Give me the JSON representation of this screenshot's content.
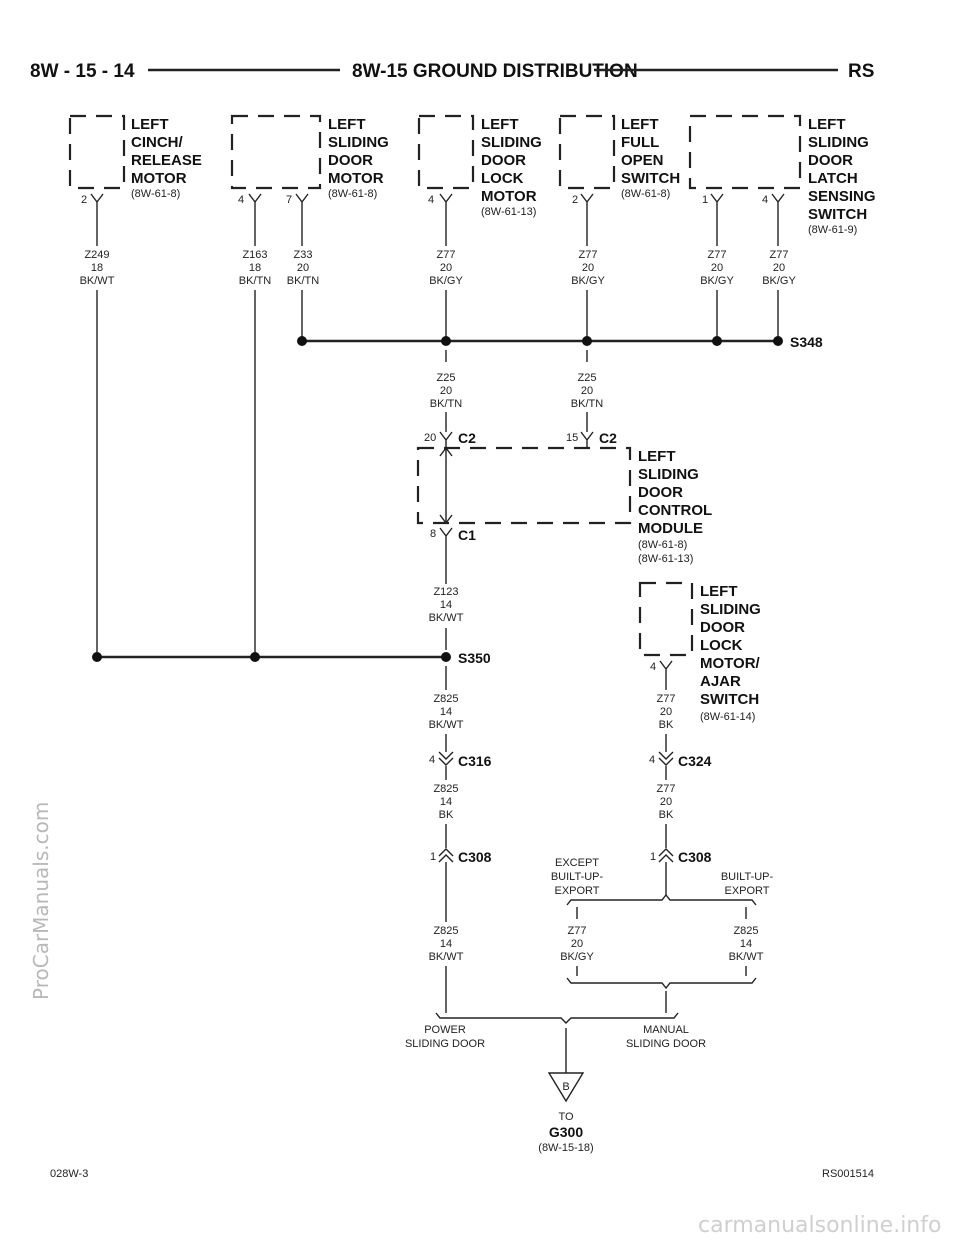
{
  "header": {
    "left": "8W - 15 - 14",
    "center": "8W-15 GROUND DISTRIBUTION",
    "right": "RS"
  },
  "components": {
    "cinch": {
      "lines": [
        "LEFT",
        "CINCH/",
        "RELEASE",
        "MOTOR"
      ],
      "ref": "(8W-61-8)"
    },
    "door_motor": {
      "lines": [
        "LEFT",
        "SLIDING",
        "DOOR",
        "MOTOR"
      ],
      "ref": "(8W-61-8)"
    },
    "lock_motor": {
      "lines": [
        "LEFT",
        "SLIDING",
        "DOOR",
        "LOCK",
        "MOTOR"
      ],
      "ref": "(8W-61-13)"
    },
    "full_open": {
      "lines": [
        "LEFT",
        "FULL",
        "OPEN",
        "SWITCH"
      ],
      "ref": "(8W-61-8)"
    },
    "latch": {
      "lines": [
        "LEFT",
        "SLIDING",
        "DOOR",
        "LATCH",
        "SENSING",
        "SWITCH"
      ],
      "ref": "(8W-61-9)"
    },
    "control_module": {
      "lines": [
        "LEFT",
        "SLIDING",
        "DOOR",
        "CONTROL",
        "MODULE"
      ],
      "ref1": "(8W-61-8)",
      "ref2": "(8W-61-13)"
    },
    "lock_ajar": {
      "lines": [
        "LEFT",
        "SLIDING",
        "DOOR",
        "LOCK",
        "MOTOR/",
        "AJAR",
        "SWITCH"
      ],
      "ref": "(8W-61-14)"
    }
  },
  "pins": {
    "cinch": "2",
    "door_motor_a": "4",
    "door_motor_b": "7",
    "lock_motor": "4",
    "full_open": "2",
    "latch_a": "1",
    "latch_b": "4",
    "c2_left": "20",
    "c2_right": "15",
    "c1": "8",
    "lock_ajar": "4",
    "c316": "4",
    "c324": "4",
    "c308_left": "1",
    "c308_right": "1"
  },
  "wires": {
    "z249": [
      "Z249",
      "18",
      "BK/WT"
    ],
    "z163": [
      "Z163",
      "18",
      "BK/TN"
    ],
    "z33": [
      "Z33",
      "20",
      "BK/TN"
    ],
    "z77_lock": [
      "Z77",
      "20",
      "BK/GY"
    ],
    "z77_full": [
      "Z77",
      "20",
      "BK/GY"
    ],
    "z77_latch1": [
      "Z77",
      "20",
      "BK/GY"
    ],
    "z77_latch4": [
      "Z77",
      "20",
      "BK/GY"
    ],
    "z25_left": [
      "Z25",
      "20",
      "BK/TN"
    ],
    "z25_right": [
      "Z25",
      "20",
      "BK/TN"
    ],
    "z123": [
      "Z123",
      "14",
      "BK/WT"
    ],
    "z825_a": [
      "Z825",
      "14",
      "BK/WT"
    ],
    "z825_b": [
      "Z825",
      "14",
      "BK"
    ],
    "z825_c": [
      "Z825",
      "14",
      "BK/WT"
    ],
    "z77_ajar": [
      "Z77",
      "20",
      "BK"
    ],
    "z77_c324": [
      "Z77",
      "20",
      "BK"
    ],
    "z77_except": [
      "Z77",
      "20",
      "BK/GY"
    ],
    "z825_builtup": [
      "Z825",
      "14",
      "BK/WT"
    ]
  },
  "connectors": {
    "s348": "S348",
    "c2_left": "C2",
    "c2_right": "C2",
    "c1": "C1",
    "s350": "S350",
    "c316": "C316",
    "c324": "C324",
    "c308_left": "C308",
    "c308_right": "C308"
  },
  "options": {
    "except": [
      "EXCEPT",
      "BUILT-UP-",
      "EXPORT"
    ],
    "builtup": [
      "BUILT-UP-",
      "EXPORT"
    ],
    "power": [
      "POWER",
      "SLIDING DOOR"
    ],
    "manual": [
      "MANUAL",
      "SLIDING DOOR"
    ]
  },
  "ground": {
    "letter": "B",
    "to": "TO",
    "name": "G300",
    "ref": "(8W-15-18)"
  },
  "footer": {
    "left": "028W-3",
    "right": "RS001514"
  },
  "watermarks": {
    "side": "ProCarManuals.com",
    "bottom": "carmanualsonline.info"
  }
}
